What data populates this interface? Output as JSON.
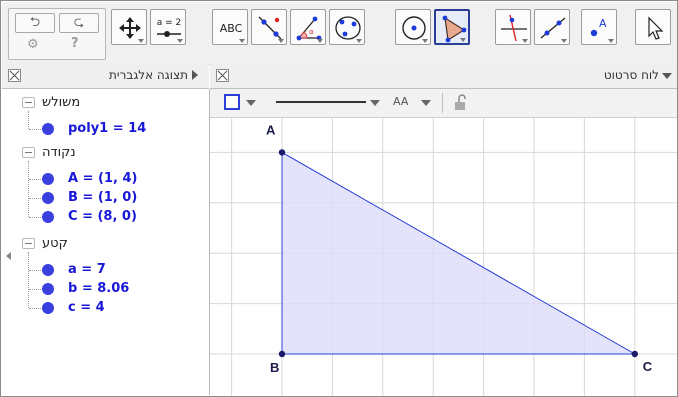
{
  "toolbar": {
    "tools": [
      {
        "name": "move-tool",
        "icon": "move-arrows-icon"
      },
      {
        "name": "slider-tool",
        "icon": "slider-icon",
        "text": "a = 2"
      },
      {
        "name": "text-tool",
        "icon": "text-icon",
        "text": "ABC"
      },
      {
        "name": "line-tool",
        "icon": "line-through-points-icon"
      },
      {
        "name": "angle-tool",
        "icon": "angle-icon"
      },
      {
        "name": "conic-tool",
        "icon": "conic-five-points-icon"
      },
      {
        "name": "circle-tool",
        "icon": "circle-center-point-icon"
      },
      {
        "name": "polygon-tool",
        "icon": "polygon-icon",
        "selected": true
      },
      {
        "name": "perpendicular-tool",
        "icon": "perpendicular-line-icon"
      },
      {
        "name": "segment-tool",
        "icon": "line-icon"
      },
      {
        "name": "point-tool",
        "icon": "point-icon",
        "text": "A"
      },
      {
        "name": "pointer-tool",
        "icon": "pointer-icon"
      }
    ]
  },
  "algebra": {
    "title": "תצוגה אלגברית",
    "groups": [
      {
        "label": "משולש",
        "items": [
          "poly1 = 14"
        ]
      },
      {
        "label": "נקודה",
        "items": [
          "A = (1, 4)",
          "B = (1, 0)",
          "C = (8, 0)"
        ]
      },
      {
        "label": "קטע",
        "items": [
          "a = 7",
          "b = 8.06",
          "c = 4"
        ]
      }
    ]
  },
  "graphics": {
    "title": "לוח סרטוט",
    "style_text": "AA",
    "points": [
      {
        "label": "A",
        "x": 1,
        "y": 4
      },
      {
        "label": "B",
        "x": 1,
        "y": 0
      },
      {
        "label": "C",
        "x": 8,
        "y": 0
      }
    ]
  },
  "colors": {
    "accent": "#2a3e98",
    "point": "#3a3fe0",
    "polygon_fill": "#dcdcfa",
    "polygon_edge": "#2b3fd6",
    "algebra_text": "#1818d8",
    "grid": "#d8d8d8"
  }
}
